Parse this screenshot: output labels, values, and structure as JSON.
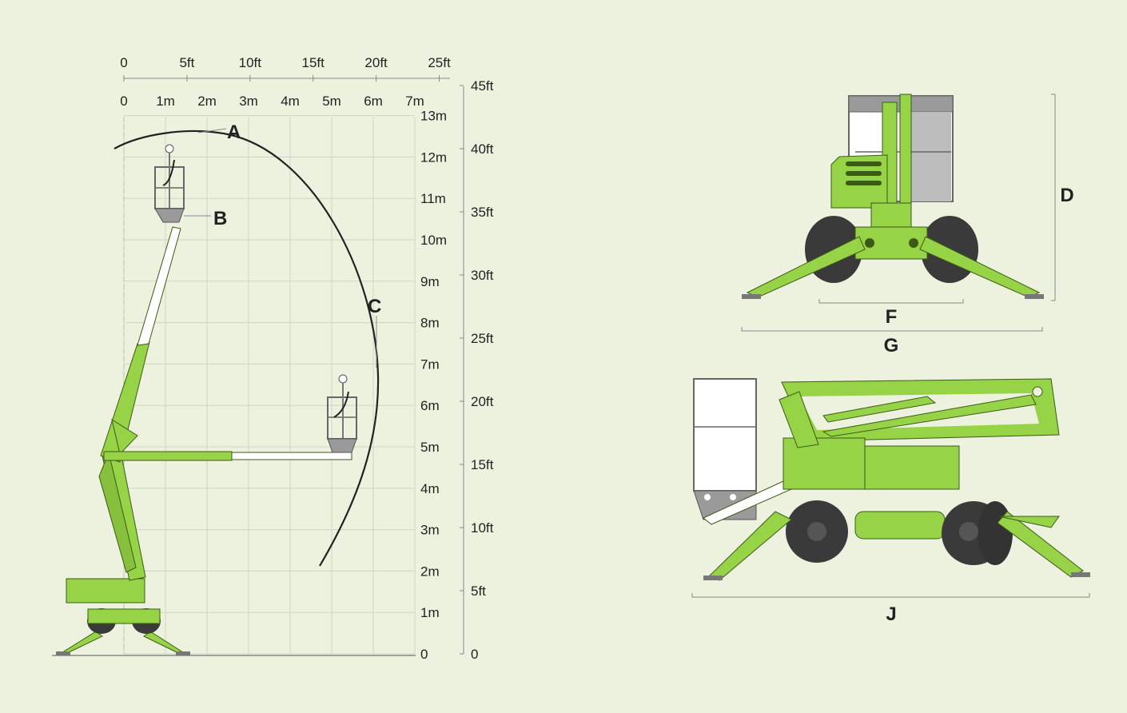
{
  "working_envelope": {
    "ft_scale_top": [
      "0",
      "5ft",
      "10ft",
      "15ft",
      "20ft",
      "25ft"
    ],
    "m_scale_top": [
      "0",
      "1m",
      "2m",
      "3m",
      "4m",
      "5m",
      "6m",
      "7m"
    ],
    "m_scale_right": [
      "0",
      "1m",
      "2m",
      "3m",
      "4m",
      "5m",
      "6m",
      "7m",
      "8m",
      "9m",
      "10m",
      "11m",
      "12m",
      "13m"
    ],
    "ft_scale_right": [
      "0",
      "5ft",
      "10ft",
      "15ft",
      "20ft",
      "25ft",
      "30ft",
      "35ft",
      "40ft",
      "45ft"
    ],
    "labels": {
      "a": "A",
      "b": "B",
      "c": "C"
    }
  },
  "dimension_labels": {
    "d": "D",
    "f": "F",
    "g": "G",
    "j": "J"
  },
  "colors": {
    "background": "#edf2df",
    "machine_green": "#97d346",
    "machine_dark": "#3c5a17",
    "grid": "#cfd6c1",
    "tyre": "#3a3a3a",
    "cage": "#9a9a9a"
  }
}
